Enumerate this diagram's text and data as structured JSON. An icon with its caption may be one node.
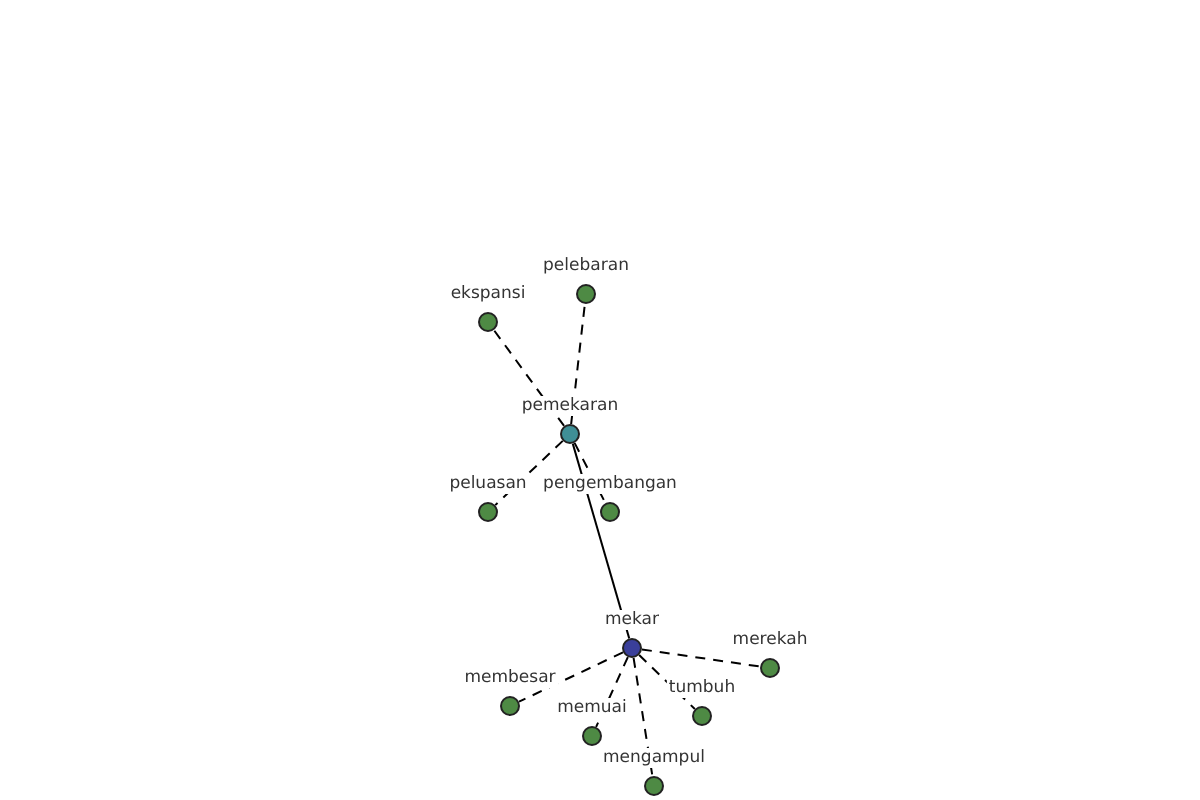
{
  "diagram": {
    "nodes": [
      {
        "text": [],
        "shape": "circle",
        "beside": [
          "pelebaran"
        ]
      },
      {
        "text": [],
        "shape": "circle",
        "beside": [
          "ekspansi"
        ]
      },
      {
        "text": [],
        "shape": "circle",
        "beside": [
          "pemekaran"
        ]
      },
      {
        "text": [],
        "shape": "circle",
        "beside": [
          "peluasan"
        ]
      },
      {
        "text": [],
        "shape": "circle",
        "beside": [
          "pengembangan"
        ]
      },
      {
        "text": [],
        "shape": "circle",
        "beside": [
          "mekar"
        ]
      },
      {
        "text": [],
        "shape": "circle",
        "beside": [
          "merekah"
        ]
      },
      {
        "text": [],
        "shape": "circle",
        "beside": [
          "membesar"
        ]
      },
      {
        "text": [],
        "shape": "circle",
        "beside": [
          "tumbuh"
        ]
      },
      {
        "text": [],
        "shape": "circle",
        "beside": [
          "memuai"
        ]
      },
      {
        "text": [],
        "shape": "circle",
        "beside": [
          "mengampul"
        ]
      }
    ],
    "edges": [
      {
        "from": 5,
        "to": 2,
        "arrow": "none"
      },
      {
        "from": 2,
        "to": 0,
        "arrow": "none",
        "style": "dashed"
      },
      {
        "from": 2,
        "to": 1,
        "arrow": "none",
        "style": "dashed"
      },
      {
        "from": 2,
        "to": 3,
        "arrow": "none",
        "style": "dashed"
      },
      {
        "from": 2,
        "to": 4,
        "arrow": "none",
        "style": "dashed"
      },
      {
        "from": 5,
        "to": 6,
        "arrow": "none",
        "style": "dashed"
      },
      {
        "from": 5,
        "to": 7,
        "arrow": "none",
        "style": "dashed"
      },
      {
        "from": 5,
        "to": 8,
        "arrow": "none",
        "style": "dashed"
      },
      {
        "from": 5,
        "to": 9,
        "arrow": "none",
        "style": "dashed"
      },
      {
        "from": 5,
        "to": 10,
        "arrow": "none",
        "style": "dashed"
      }
    ]
  }
}
